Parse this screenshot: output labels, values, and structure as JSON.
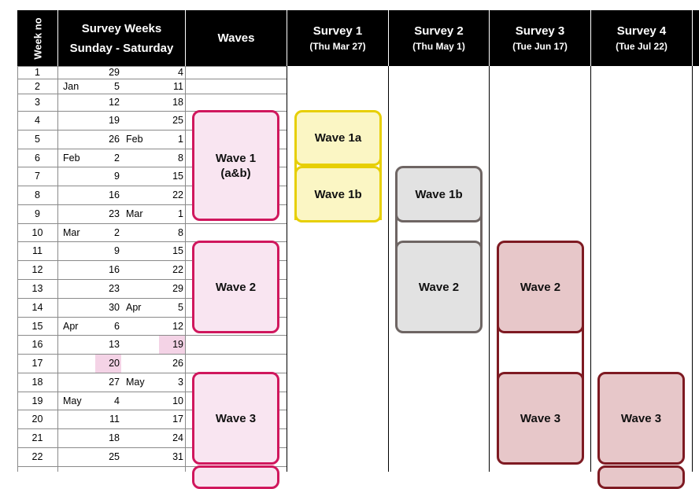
{
  "header": {
    "week_no": "Week no",
    "survey_weeks_line1": "Survey Weeks",
    "survey_weeks_line2": "Sunday - Saturday",
    "waves": "Waves",
    "surveys": [
      {
        "title": "Survey 1",
        "date": "(Thu Mar 27)"
      },
      {
        "title": "Survey 2",
        "date": "(Thu May 1)"
      },
      {
        "title": "Survey 3",
        "date": "(Tue Jun 17)"
      },
      {
        "title": "Survey 4",
        "date": "(Tue Jul 22)"
      }
    ]
  },
  "weeks": [
    {
      "no": "1",
      "m1": "",
      "d1": "29",
      "m2": "",
      "d2": "4"
    },
    {
      "no": "2",
      "m1": "Jan",
      "d1": "5",
      "m2": "",
      "d2": "11"
    },
    {
      "no": "3",
      "m1": "",
      "d1": "12",
      "m2": "",
      "d2": "18"
    },
    {
      "no": "4",
      "m1": "",
      "d1": "19",
      "m2": "",
      "d2": "25"
    },
    {
      "no": "5",
      "m1": "",
      "d1": "26",
      "m2": "Feb",
      "d2": "1"
    },
    {
      "no": "6",
      "m1": "Feb",
      "d1": "2",
      "m2": "",
      "d2": "8"
    },
    {
      "no": "7",
      "m1": "",
      "d1": "9",
      "m2": "",
      "d2": "15"
    },
    {
      "no": "8",
      "m1": "",
      "d1": "16",
      "m2": "",
      "d2": "22"
    },
    {
      "no": "9",
      "m1": "",
      "d1": "23",
      "m2": "Mar",
      "d2": "1"
    },
    {
      "no": "10",
      "m1": "Mar",
      "d1": "2",
      "m2": "",
      "d2": "8"
    },
    {
      "no": "11",
      "m1": "",
      "d1": "9",
      "m2": "",
      "d2": "15"
    },
    {
      "no": "12",
      "m1": "",
      "d1": "16",
      "m2": "",
      "d2": "22"
    },
    {
      "no": "13",
      "m1": "",
      "d1": "23",
      "m2": "",
      "d2": "29"
    },
    {
      "no": "14",
      "m1": "",
      "d1": "30",
      "m2": "Apr",
      "d2": "5"
    },
    {
      "no": "15",
      "m1": "Apr",
      "d1": "6",
      "m2": "",
      "d2": "12"
    },
    {
      "no": "16",
      "m1": "",
      "d1": "13",
      "m2": "",
      "d2": "19"
    },
    {
      "no": "17",
      "m1": "",
      "d1": "20",
      "m2": "",
      "d2": "26"
    },
    {
      "no": "18",
      "m1": "",
      "d1": "27",
      "m2": "May",
      "d2": "3"
    },
    {
      "no": "19",
      "m1": "May",
      "d1": "4",
      "m2": "",
      "d2": "10"
    },
    {
      "no": "20",
      "m1": "",
      "d1": "11",
      "m2": "",
      "d2": "17"
    },
    {
      "no": "21",
      "m1": "",
      "d1": "18",
      "m2": "",
      "d2": "24"
    },
    {
      "no": "22",
      "m1": "",
      "d1": "25",
      "m2": "",
      "d2": "31"
    }
  ],
  "highlighted_dates": [
    "Apr 19",
    "Apr 20"
  ],
  "waves": [
    {
      "label": "Wave 1",
      "sub": "(a&b)"
    },
    {
      "label": "Wave 2"
    },
    {
      "label": "Wave 3"
    }
  ],
  "survey1": {
    "boxes": [
      "Wave 1a",
      "Wave 1b"
    ]
  },
  "survey2": {
    "boxes": [
      "Wave 1b",
      "Wave 2"
    ]
  },
  "survey3": {
    "boxes": [
      "Wave 2",
      "Wave 3"
    ]
  },
  "survey4": {
    "boxes": [
      "Wave 3"
    ]
  },
  "colors": {
    "header_bg": "#000000",
    "waves_pink": "#d0175d",
    "survey1_yellow": "#e7cf05",
    "survey2_grey": "#6e6563",
    "survey3_red": "#7e1a22",
    "highlight": "#f4d3e6"
  }
}
